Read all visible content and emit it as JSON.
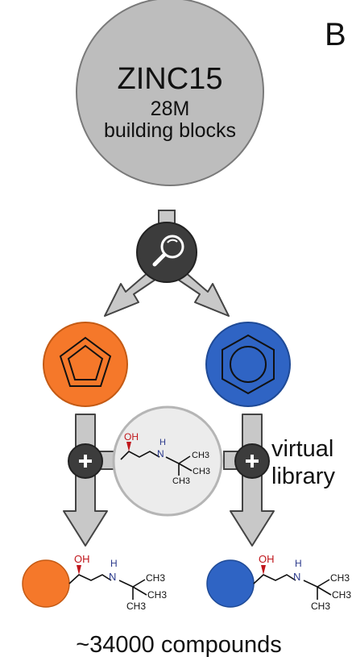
{
  "panel_label": "B",
  "source": {
    "name": "ZINC15",
    "count": "28M",
    "description": "building blocks"
  },
  "filter_icon": "magnifier-icon",
  "scaffolds": [
    {
      "name": "cyclopentadienyl-scaffold",
      "color": "#f5782a"
    },
    {
      "name": "phenyl-scaffold",
      "color": "#2f64c4"
    }
  ],
  "reagent": {
    "oh": "OH",
    "h": "H",
    "n": "N",
    "ch3_a": "CH3",
    "ch3_b": "CH3",
    "ch3_c": "CH3"
  },
  "combine_icon": "plus-icon",
  "side_label": {
    "line1": "virtual",
    "line2": "library"
  },
  "products": [
    {
      "color": "#f5782a",
      "oh": "OH",
      "h": "H",
      "n": "N",
      "ch3_a": "CH3",
      "ch3_b": "CH3",
      "ch3_c": "CH3"
    },
    {
      "color": "#2f64c4",
      "oh": "OH",
      "h": "H",
      "n": "N",
      "ch3_a": "CH3",
      "ch3_b": "CH3",
      "ch3_c": "CH3"
    }
  ],
  "footer": "~34000 compounds",
  "colors": {
    "source_fill": "#bdbdbd",
    "arrow_fill": "#c8c8c8",
    "node_fill": "#3c3c3c",
    "reagent_bg": "#ececec",
    "hydroxyl": "#c0161b",
    "amine": "#2b3a8c"
  }
}
